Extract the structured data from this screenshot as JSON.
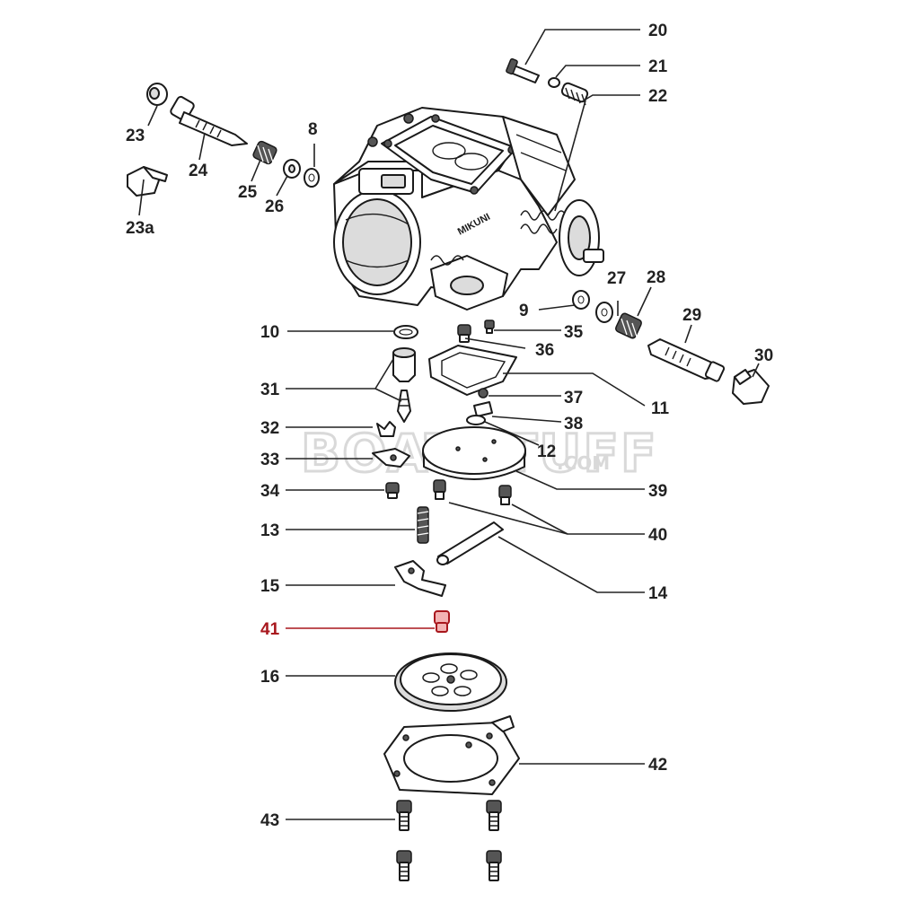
{
  "watermark": {
    "text": "BOATSTUFF",
    "suffix": ".COM"
  },
  "highlight_color": "#a8171d",
  "callouts": [
    {
      "id": "c20",
      "label": "20",
      "highlight": false
    },
    {
      "id": "c21",
      "label": "21",
      "highlight": false
    },
    {
      "id": "c22",
      "label": "22",
      "highlight": false
    },
    {
      "id": "c23",
      "label": "23",
      "highlight": false
    },
    {
      "id": "c23a",
      "label": "23a",
      "highlight": false
    },
    {
      "id": "c24",
      "label": "24",
      "highlight": false
    },
    {
      "id": "c25",
      "label": "25",
      "highlight": false
    },
    {
      "id": "c26",
      "label": "26",
      "highlight": false
    },
    {
      "id": "c8",
      "label": "8",
      "highlight": false
    },
    {
      "id": "c27",
      "label": "27",
      "highlight": false
    },
    {
      "id": "c28",
      "label": "28",
      "highlight": false
    },
    {
      "id": "c29",
      "label": "29",
      "highlight": false
    },
    {
      "id": "c30",
      "label": "30",
      "highlight": false
    },
    {
      "id": "c9",
      "label": "9",
      "highlight": false
    },
    {
      "id": "c10",
      "label": "10",
      "highlight": false
    },
    {
      "id": "c35",
      "label": "35",
      "highlight": false
    },
    {
      "id": "c36",
      "label": "36",
      "highlight": false
    },
    {
      "id": "c11",
      "label": "11",
      "highlight": false
    },
    {
      "id": "c31",
      "label": "31",
      "highlight": false
    },
    {
      "id": "c37",
      "label": "37",
      "highlight": false
    },
    {
      "id": "c38",
      "label": "38",
      "highlight": false
    },
    {
      "id": "c32",
      "label": "32",
      "highlight": false
    },
    {
      "id": "c12",
      "label": "12",
      "highlight": false
    },
    {
      "id": "c33",
      "label": "33",
      "highlight": false
    },
    {
      "id": "c39",
      "label": "39",
      "highlight": false
    },
    {
      "id": "c34",
      "label": "34",
      "highlight": false
    },
    {
      "id": "c13",
      "label": "13",
      "highlight": false
    },
    {
      "id": "c40",
      "label": "40",
      "highlight": false
    },
    {
      "id": "c15",
      "label": "15",
      "highlight": false
    },
    {
      "id": "c14",
      "label": "14",
      "highlight": false
    },
    {
      "id": "c41",
      "label": "41",
      "highlight": true
    },
    {
      "id": "c16",
      "label": "16",
      "highlight": false
    },
    {
      "id": "c42",
      "label": "42",
      "highlight": false
    },
    {
      "id": "c43",
      "label": "43",
      "highlight": false
    }
  ],
  "carb_body_text": "MIKUNI"
}
